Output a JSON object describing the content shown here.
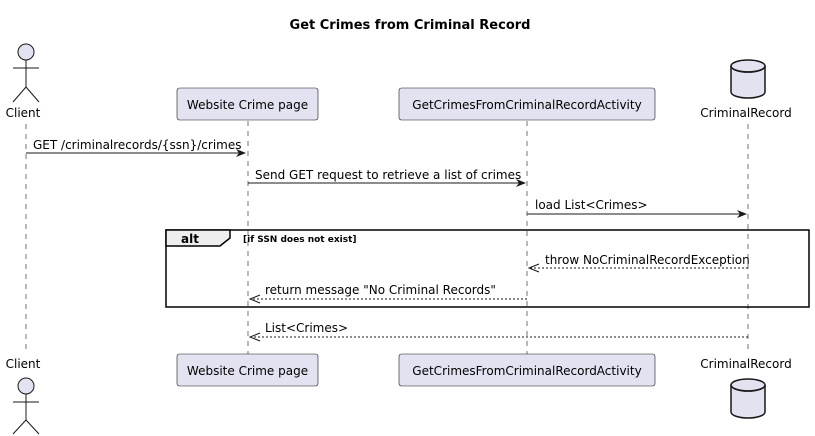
{
  "title": "Get Crimes from Criminal Record",
  "participants": [
    {
      "id": "client",
      "label": "Client",
      "kind": "actor"
    },
    {
      "id": "website",
      "label": "Website Crime page",
      "kind": "participant"
    },
    {
      "id": "activity",
      "label": "GetCrimesFromCriminalRecordActivity",
      "kind": "participant"
    },
    {
      "id": "record",
      "label": "CriminalRecord",
      "kind": "database"
    }
  ],
  "messages": [
    {
      "label": "GET /criminalrecords/{ssn}/crimes",
      "from": "client",
      "to": "website",
      "style": "solid"
    },
    {
      "label": "Send GET request to retrieve a list of crimes",
      "from": "website",
      "to": "activity",
      "style": "solid"
    },
    {
      "label": "load List<Crimes>",
      "from": "activity",
      "to": "record",
      "style": "solid"
    },
    {
      "label": "throw NoCriminalRecordException",
      "from": "record",
      "to": "activity",
      "style": "dashed"
    },
    {
      "label": "return message \"No Criminal Records\"",
      "from": "activity",
      "to": "website",
      "style": "dashed"
    },
    {
      "label": "List<Crimes>",
      "from": "record",
      "to": "website",
      "style": "dashed"
    }
  ],
  "alt_fragment": {
    "keyword": "alt",
    "condition": "[if SSN does not exist]"
  }
}
